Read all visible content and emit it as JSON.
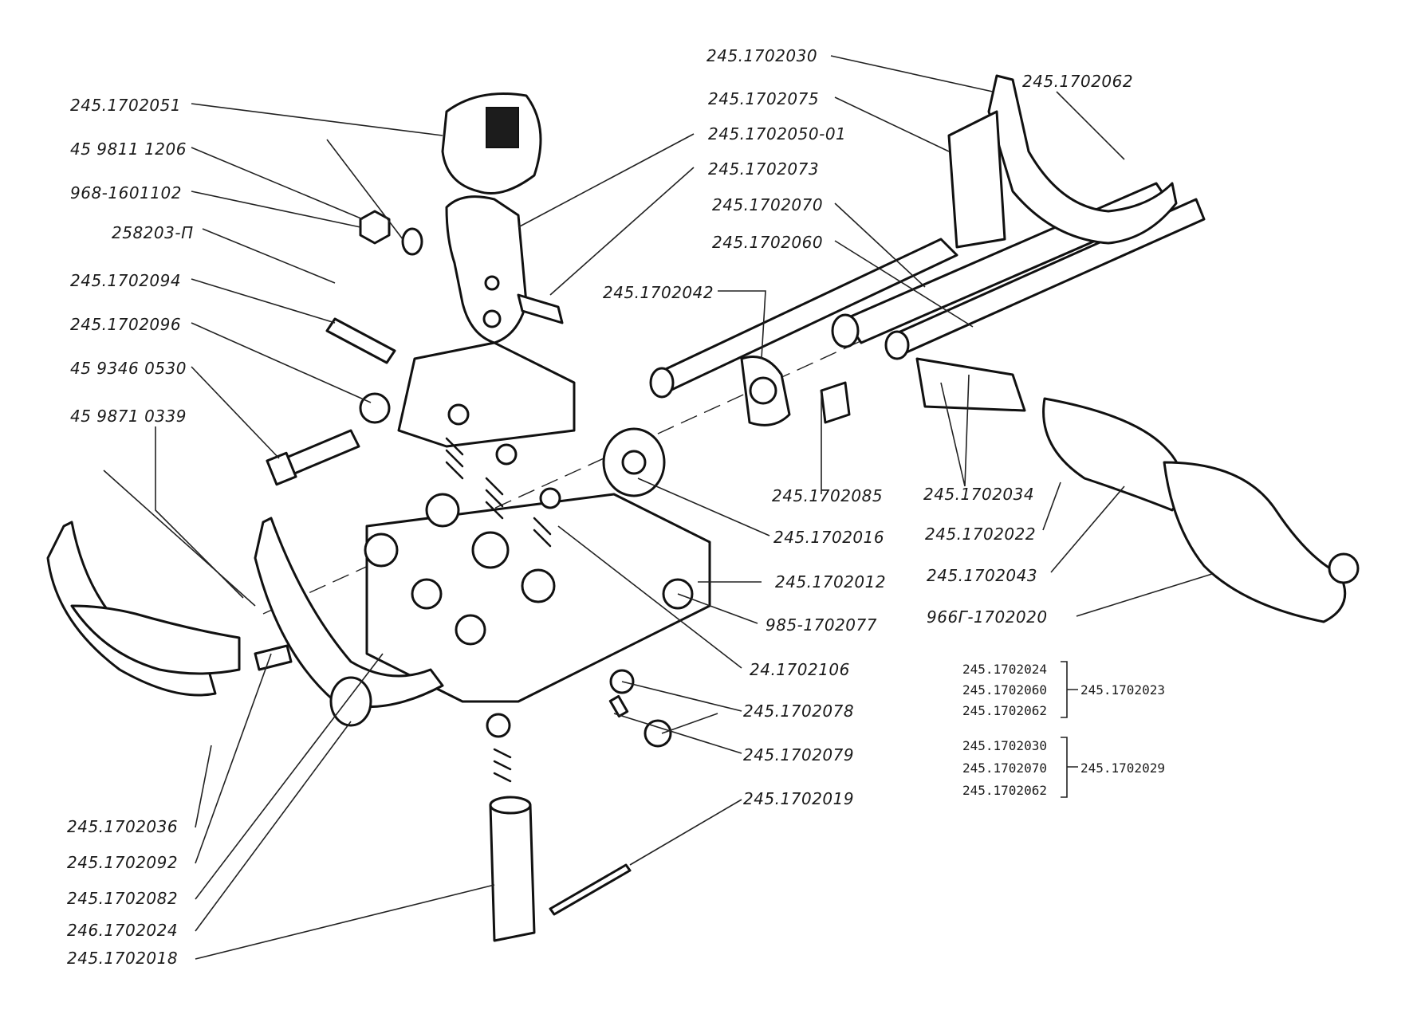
{
  "callouts": [
    "245.1702030",
    "245.1702062",
    "245.1702075",
    "245.1702050-01",
    "245.1702073",
    "245.1702070",
    "245.1702060",
    "245.1702042",
    "245.1702051",
    "45 9811 1206",
    "968-1601102",
    "258203-П",
    "245.1702094",
    "245.1702096",
    "45 9346 0530",
    "45 9871 0339",
    "245.1702085",
    "245.1702034",
    "245.1702016",
    "245.1702022",
    "245.1702012",
    "245.1702043",
    "985-1702077",
    "966Г-1702020",
    "24.1702106",
    "245.1702078",
    "245.1702079",
    "245.1702019",
    "245.1702036",
    "245.1702092",
    "245.1702082",
    "246.1702024",
    "245.1702018"
  ],
  "assemblies": [
    {
      "items": [
        "245.1702024",
        "245.1702060",
        "245.1702062"
      ],
      "result": "245.1702023"
    },
    {
      "items": [
        "245.1702030",
        "245.1702070",
        "245.1702062"
      ],
      "result": "245.1702029"
    }
  ]
}
